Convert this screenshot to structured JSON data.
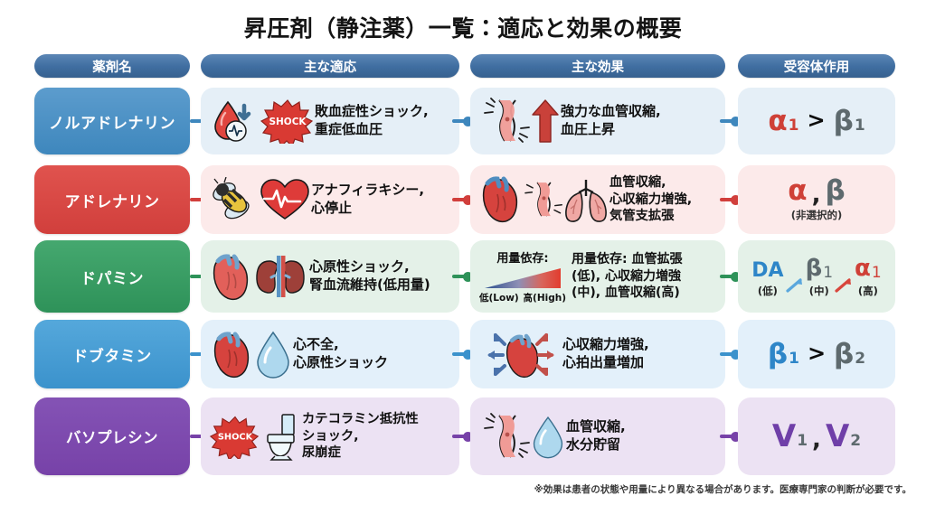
{
  "title": "昇圧剤（静注薬）一覧：適応と効果の概要",
  "headers": [
    {
      "label": "薬剤名",
      "name": "drug-name"
    },
    {
      "label": "主な適応",
      "name": "main-indications"
    },
    {
      "label": "主な効果",
      "name": "main-effects"
    },
    {
      "label": "受容体作用",
      "name": "receptor-action"
    }
  ],
  "footer_note": "※効果は患者の状態や用量により異なる場合があります。医療専門家の判断が必要です。",
  "colors": {
    "header_pill": "#3f6da0",
    "noradrenaline": "#3e87bd",
    "adrenaline": "#d13f3c",
    "dopamine": "#2e9259",
    "dobutamine": "#3b92cc",
    "vasopressin": "#7742a8",
    "alpha_red": "#cf4037",
    "beta_gray": "#5e6a6e",
    "beta_blue": "#2e86c8",
    "da_blue": "#2e86c8",
    "v_purple": "#6f3fa8"
  },
  "rows": [
    {
      "drug": "ノルアドレナリン",
      "indications": "敗血症性ショック,\n重症低血圧",
      "indication_icons": [
        "blood-drop-icon",
        "shock-burst-icon"
      ],
      "effects": "強力な血管収縮,\n血圧上昇",
      "effect_icons": [
        "constricted-vessel-icon",
        "up-arrow-icon"
      ],
      "receptor": {
        "type": "comparison",
        "left": "α",
        "left_sub": "1",
        "op": ">",
        "right": "β",
        "right_sub": "1"
      }
    },
    {
      "drug": "アドレナリン",
      "indications": "アナフィラキシー,\n心停止",
      "indication_icons": [
        "bee-icon",
        "heart-pulse-icon"
      ],
      "effects": "血管収縮,\n心収縮力増強,\n気管支拡張",
      "effect_icons": [
        "heart-icon",
        "constricted-vessel-icon",
        "lungs-icon"
      ],
      "receptor": {
        "type": "pair",
        "left": "α",
        "op": ",",
        "right": "β",
        "note": "(非選択的)"
      }
    },
    {
      "drug": "ドパミン",
      "indications": "心原性ショック,\n腎血流維持(低用量)",
      "indication_icons": [
        "heart-icon",
        "kidneys-icon"
      ],
      "effects": "用量依存: 血管拡張\n(低), 心収縮力増強\n(中), 血管収縮(高)",
      "dose_widget": {
        "title": "用量依存:",
        "low_label": "低(Low)",
        "high_label": "高(High)"
      },
      "receptor": {
        "type": "dose-dependent",
        "steps": [
          {
            "symbol": "DA",
            "sub": "",
            "label": "(低)",
            "color": "#2e86c8"
          },
          {
            "symbol": "β",
            "sub": "1",
            "label": "(中)",
            "color": "#5e6a6e"
          },
          {
            "symbol": "α",
            "sub": "1",
            "label": "(高)",
            "color": "#cf4037"
          }
        ]
      }
    },
    {
      "drug": "ドブタミン",
      "indications": "心不全,\n心原性ショック",
      "indication_icons": [
        "heart-icon",
        "water-drop-icon"
      ],
      "effects": "心収縮力増強,\n心拍出量増加",
      "effect_icons": [
        "heart-expanding-arrows-icon"
      ],
      "receptor": {
        "type": "comparison",
        "left": "β",
        "left_sub": "1",
        "op": ">",
        "right": "β",
        "right_sub": "2"
      }
    },
    {
      "drug": "バソプレシン",
      "indications": "カテコラミン抵抗性\nショック,\n尿崩症",
      "indication_icons": [
        "shock-burst-icon",
        "toilet-icon"
      ],
      "effects": "血管収縮,\n水分貯留",
      "effect_icons": [
        "constricted-vessel-icon",
        "water-drop-icon"
      ],
      "receptor": {
        "type": "pair-sub",
        "left": "V",
        "left_sub": "1",
        "op": ",",
        "right": "V",
        "right_sub": "2"
      }
    }
  ]
}
